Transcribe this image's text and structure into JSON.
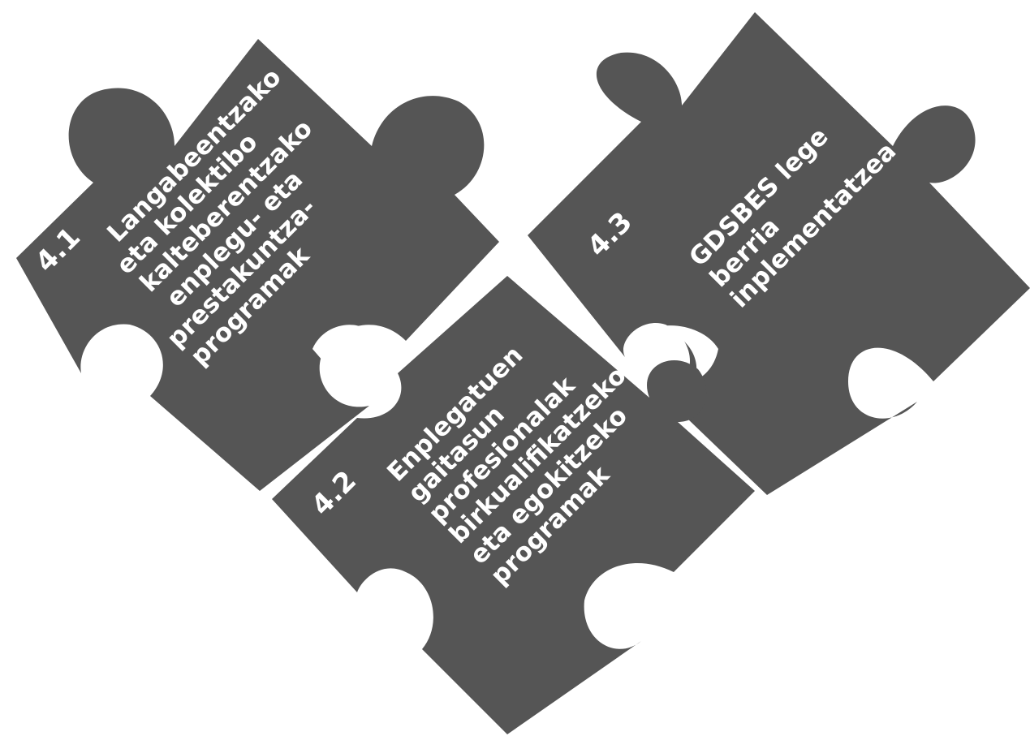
{
  "colors": {
    "piece": "#555555",
    "text": "#ffffff",
    "background": "#ffffff"
  },
  "pieces": [
    {
      "number": "4.1",
      "lines": [
        "Langabeentzako",
        "eta kolektibo",
        "kalteberentzako",
        "enplegu- eta",
        "prestakuntza-",
        "programak"
      ]
    },
    {
      "number": "4.2",
      "lines": [
        "Enplegatuen",
        "gaitasun",
        "profesionalak",
        "birkualifikatzeko",
        "eta egokitzeko",
        "programak"
      ]
    },
    {
      "number": "4.3",
      "lines": [
        "GDSBES lege",
        "berria",
        "inplementatzea"
      ]
    }
  ]
}
